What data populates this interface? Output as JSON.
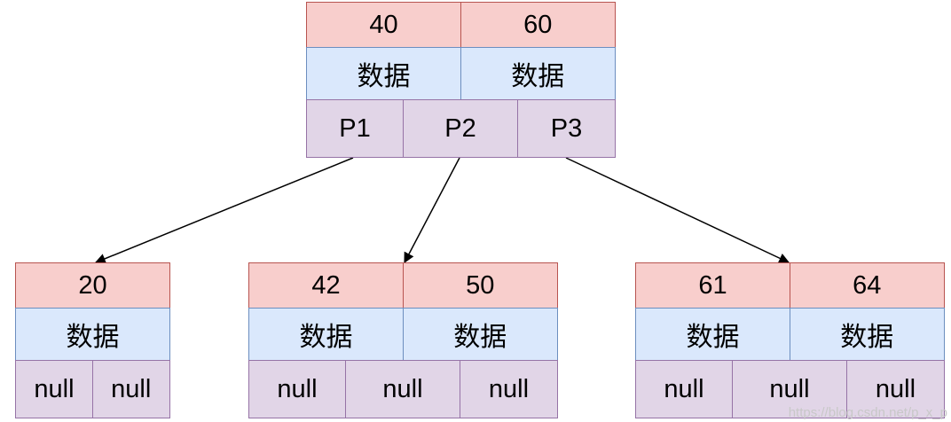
{
  "nodes": {
    "root": {
      "keys": [
        "40",
        "60"
      ],
      "data": [
        "数据",
        "数据"
      ],
      "pointers": [
        "P1",
        "P2",
        "P3"
      ]
    },
    "left": {
      "keys": [
        "20"
      ],
      "data": [
        "数据"
      ],
      "pointers": [
        "null",
        "null"
      ]
    },
    "middle": {
      "keys": [
        "42",
        "50"
      ],
      "data": [
        "数据",
        "数据"
      ],
      "pointers": [
        "null",
        "null",
        "null"
      ]
    },
    "right": {
      "keys": [
        "61",
        "64"
      ],
      "data": [
        "数据",
        "数据"
      ],
      "pointers": [
        "null",
        "null",
        "null"
      ]
    }
  },
  "colors": {
    "key_fill": "#f8cecc",
    "data_fill": "#dae8fc",
    "pointer_fill": "#e1d5e7",
    "edge": "#000000"
  },
  "watermark": "https://blog.csdn.net/p_x_p"
}
